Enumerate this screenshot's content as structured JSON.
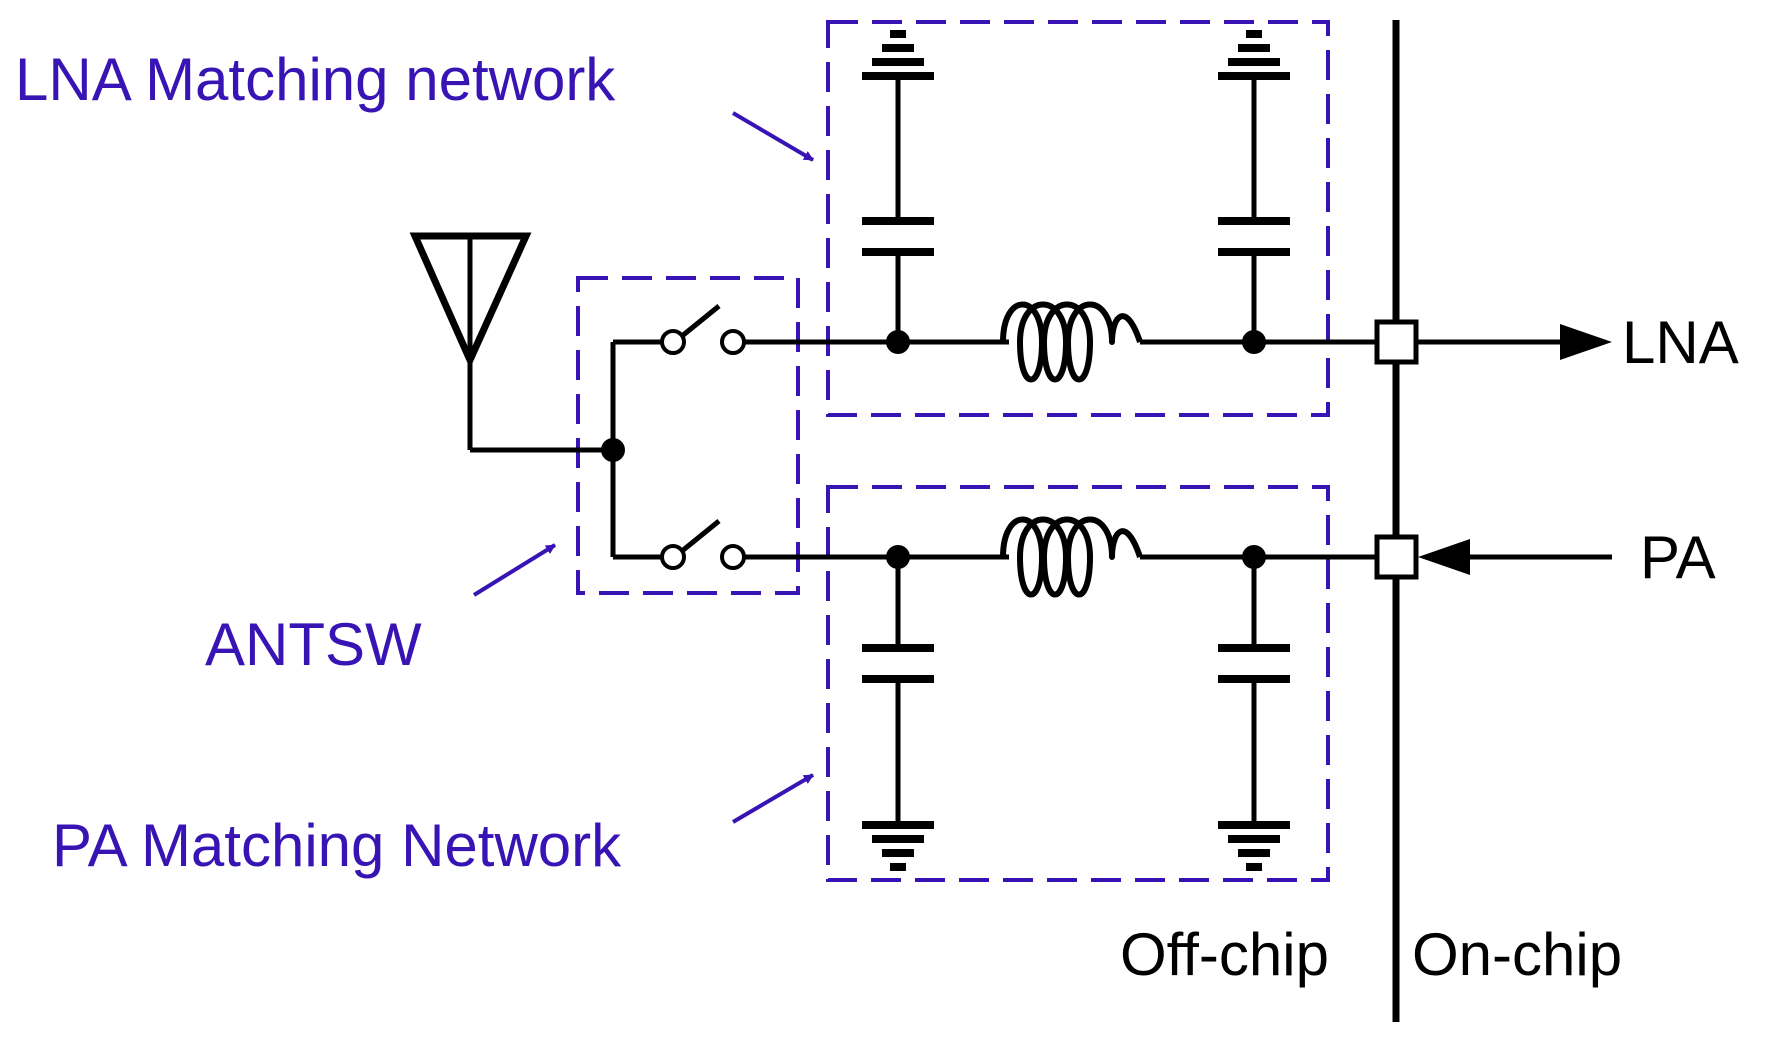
{
  "labels": {
    "lna_matching": "LNA Matching network",
    "pa_matching": "PA Matching Network",
    "antsw": "ANTSW",
    "lna": "LNA",
    "pa": "PA",
    "off_chip": "Off-chip",
    "on_chip": "On-chip"
  },
  "colors": {
    "annotation": "#3814b4",
    "wire": "#000000"
  },
  "components": {
    "antenna": "antenna-icon",
    "switches": [
      "switch-icon",
      "switch-icon"
    ],
    "inductors": [
      "inductor-icon",
      "inductor-icon"
    ],
    "capacitors": [
      "capacitor-icon",
      "capacitor-icon",
      "capacitor-icon",
      "capacitor-icon"
    ],
    "grounds": [
      "ground-icon",
      "ground-icon",
      "ground-icon",
      "ground-icon"
    ],
    "pads": [
      "pad-icon",
      "pad-icon"
    ]
  }
}
